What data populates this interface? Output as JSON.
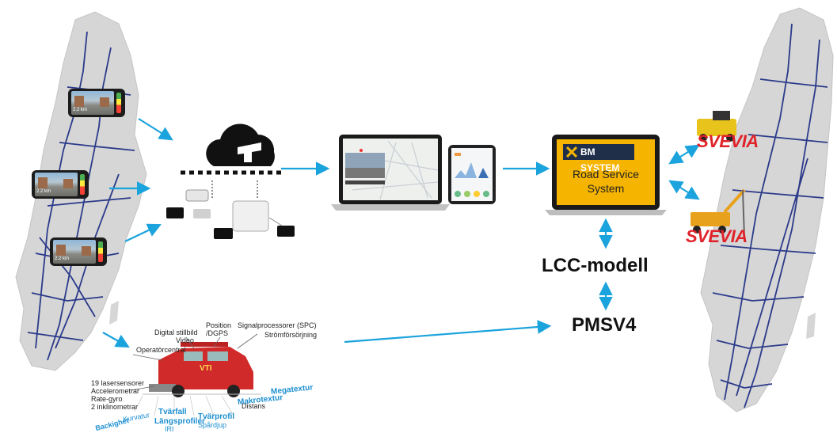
{
  "nodes": {
    "bm_system_logo": "BM SYSTEM",
    "road_service_line1": "Road Service",
    "road_service_line2": "System",
    "lcc_model": "LCC-modell",
    "pmsv4": "PMSV4",
    "svevia_top": "SVEVIA",
    "svevia_bottom": "SVEVIA"
  },
  "vehicle_labels": {
    "digital": "Digital stillbild",
    "video": "Video",
    "position": "Position",
    "dgps": "/DGPS",
    "signal": "Signalprocessorer (SPC)",
    "strom": "Strömförsörjning",
    "operator": "Operatörcentral",
    "laser": "19 lasersensorer",
    "accel": "Accelerometrar",
    "rate": "Rate-gyro",
    "incl": "2 inklinometrar",
    "distans": "Distans",
    "tvarfall": "Tvärfall",
    "kurvatur": "Kurvatur",
    "langsprofiler": "Längsprofiler",
    "iri": "IRI",
    "tvarprofil": "Tvärprofil",
    "spardjup": "Spårdjup",
    "makrotextur": "Makrotextur",
    "megatextur": "Megatextur",
    "backighet": "Backighet",
    "vehicle_tag": "VTI"
  },
  "phone_readouts": {
    "p1": "2.2 km",
    "p2": "2.2 km",
    "p3": "2.2 km"
  },
  "colors": {
    "arrow": "#1aa3dc",
    "road": "#2b3a8a",
    "bm_panel": "#f5b400",
    "svevia": "#e0222a",
    "label_blue": "#1c8fd0"
  }
}
